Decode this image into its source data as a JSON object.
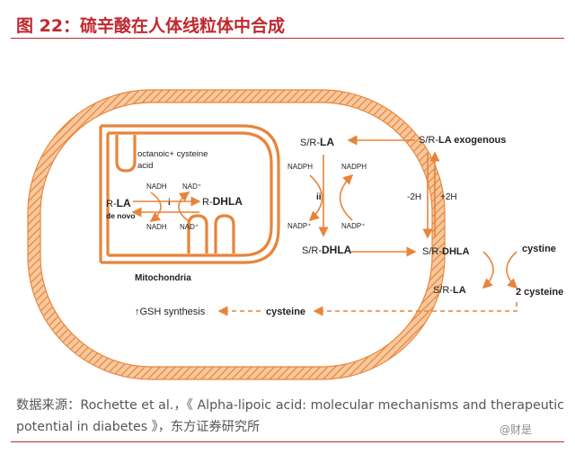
{
  "header": {
    "title": "图 22：硫辛酸在人体线粒体中合成"
  },
  "diagram": {
    "mito_label": "Mitochondria",
    "mito_text_line1": "octanoic+  cysteine",
    "mito_text_line2": "acid",
    "r_la_prefix": "R-",
    "r_la_main": "LA",
    "de_novo": "de novo",
    "r_dhla_prefix": "R-",
    "r_dhla_main": "DHLA",
    "nadh_top": "NADH",
    "nad_top": "NAD⁺",
    "nadh_bottom": "NADH",
    "nad_bottom": "NAD⁺",
    "cycle_i": "i",
    "cycle_ii": "ii",
    "sr_la_prefix": "S/R-",
    "sr_la_main": "LA",
    "sr_dhla_prefix": "S/R-",
    "sr_dhla_main": "DHLA",
    "nadph_left": "NADPH",
    "nadph_right": "NADPH",
    "nadp_left": "NADP⁺",
    "nadp_right": "NADP⁺",
    "ext_la_prefix": "S/R-",
    "ext_la_main": "LA exogenous",
    "minus_2h": "-2H",
    "plus_2h": "+2H",
    "ext_dhla_prefix": "S/R-",
    "ext_dhla_main": "DHLA",
    "ext_la2_prefix": "S/R-",
    "ext_la2_main": "LA",
    "cystine": "cystine",
    "two_cysteine": "2 cysteine",
    "cysteine": "cysteine",
    "gsh": "↑GSH synthesis"
  },
  "footer": {
    "source": "数据来源：Rochette et al.，《 Alpha-lipoic acid: molecular mechanisms and therapeutic potential in diabetes 》，东方证券研究所",
    "watermark": "@财是"
  },
  "colors": {
    "accent_red": "#c0282f",
    "orange": "#e8843a",
    "membrane_fill": "#f6c79c"
  }
}
